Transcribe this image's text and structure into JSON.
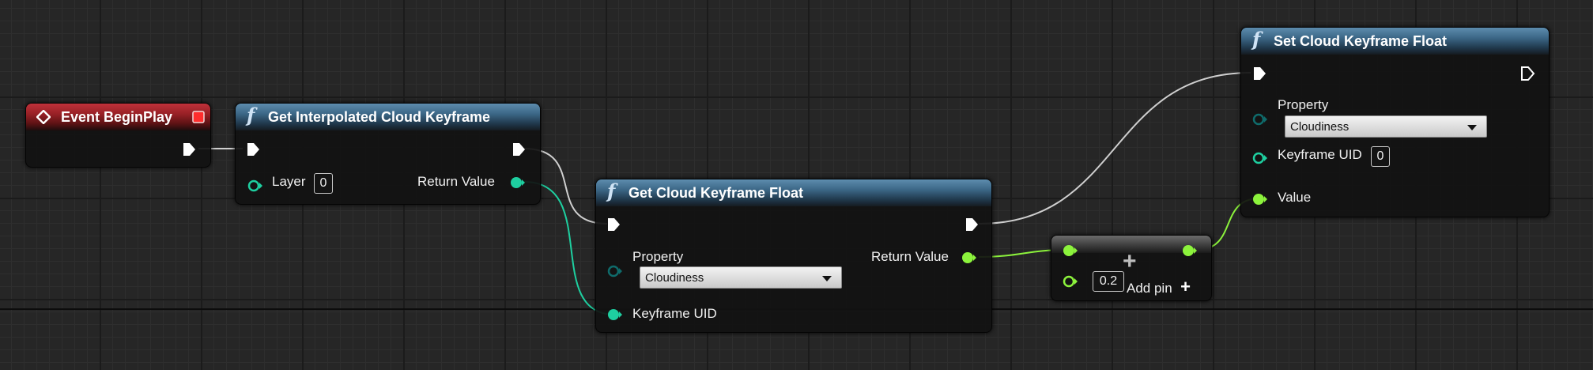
{
  "colors": {
    "exec": "#ffffff",
    "float": "#8cf33c",
    "int": "#1ecfa0",
    "event_header": "#b8282e",
    "func_header": "#3a6584"
  },
  "event_begin_play": {
    "title": "Event BeginPlay",
    "icon": "event-diamond-icon"
  },
  "get_interpolated": {
    "title": "Get Interpolated Cloud Keyframe",
    "icon": "function-icon",
    "layer_label": "Layer",
    "layer_value": "0",
    "return_label": "Return Value"
  },
  "get_float": {
    "title": "Get Cloud Keyframe Float",
    "icon": "function-icon",
    "property_label": "Property",
    "property_value": "Cloudiness",
    "return_label": "Return Value",
    "uid_label": "Keyframe UID"
  },
  "add_node": {
    "value": "0.2",
    "add_pin_label": "Add pin",
    "icon": "plus-icon"
  },
  "set_float": {
    "title": "Set Cloud Keyframe Float",
    "icon": "function-icon",
    "property_label": "Property",
    "property_value": "Cloudiness",
    "uid_label": "Keyframe UID",
    "uid_value": "0",
    "value_label": "Value"
  }
}
